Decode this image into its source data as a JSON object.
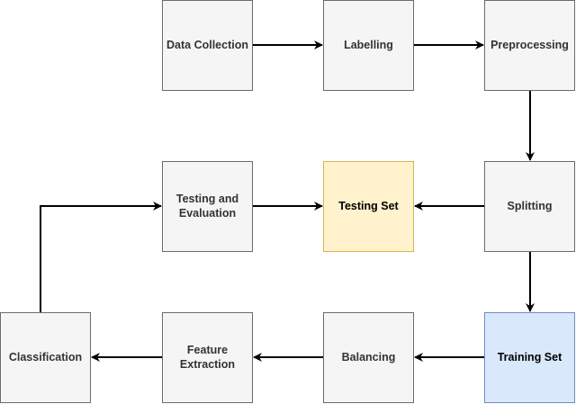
{
  "diagram": {
    "nodes": {
      "data_collection": "Data Collection",
      "labelling": "Labelling",
      "preprocessing": "Preprocessing",
      "splitting": "Splitting",
      "testing_set": "Testing Set",
      "testing_and_evaluation": "Testing and\nEvaluation",
      "training_set": "Training Set",
      "balancing": "Balancing",
      "feature_extraction": "Feature\nExtraction",
      "classification": "Classification"
    },
    "colors": {
      "default_fill": "#f5f5f5",
      "default_stroke": "#6b6b6b",
      "testing_set_fill": "#fff2cc",
      "testing_set_stroke": "#d6b656",
      "training_set_fill": "#dae8fc",
      "training_set_stroke": "#6c8ebf",
      "arrow": "#000000"
    }
  }
}
